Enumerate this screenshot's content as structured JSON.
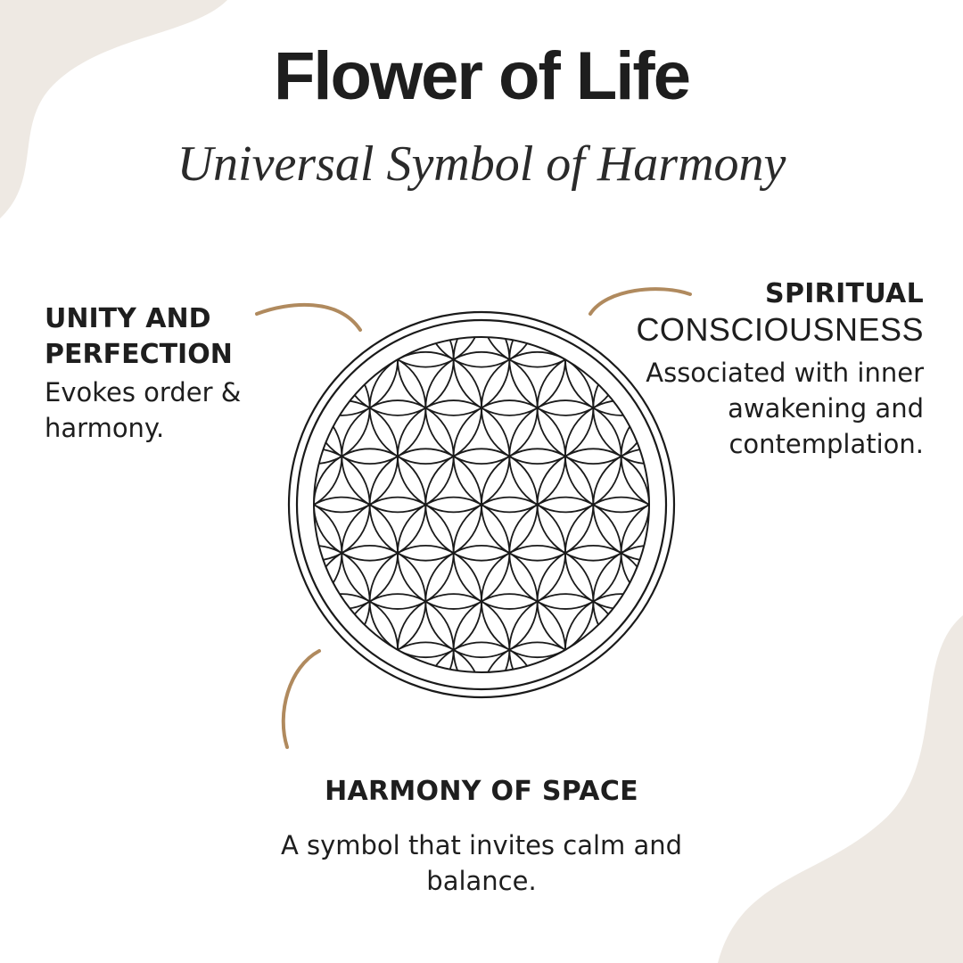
{
  "title": "Flower of Life",
  "subtitle": "Universal Symbol of Harmony",
  "colors": {
    "background": "#ffffff",
    "blob": "#eee9e3",
    "accent_brown": "#b08a5e",
    "text": "#1e1e1e",
    "line": "#1a1a1a"
  },
  "labels": {
    "unity": {
      "heading_line1": "UNITY AND",
      "heading_line2": "PERFECTION",
      "desc_line1": "Evokes order &",
      "desc_line2": "harmony."
    },
    "spiritual": {
      "heading_line1": "SPIRITUAL",
      "heading_line2": "CONSCIOUSNESS",
      "desc_line1": "Associated with inner",
      "desc_line2": "awakening and",
      "desc_line3": "contemplation."
    },
    "harmony": {
      "heading": "HARMONY OF SPACE",
      "desc_line1": "A symbol that invites calm and",
      "desc_line2": "balance."
    }
  }
}
